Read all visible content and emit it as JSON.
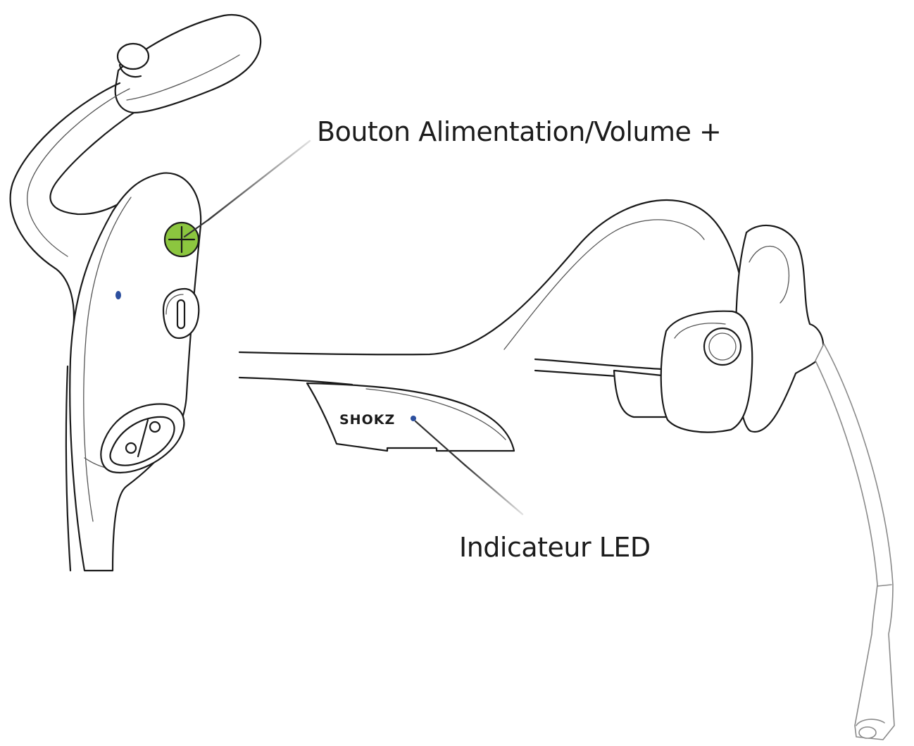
{
  "callouts": {
    "power_volume_button": "Bouton Alimentation/Volume +",
    "led_indicator": "Indicateur LED"
  },
  "brand": {
    "logo_text": "SHOKZ"
  },
  "colors": {
    "power_button": "#8cc63f",
    "led": "#2c4f9e"
  }
}
